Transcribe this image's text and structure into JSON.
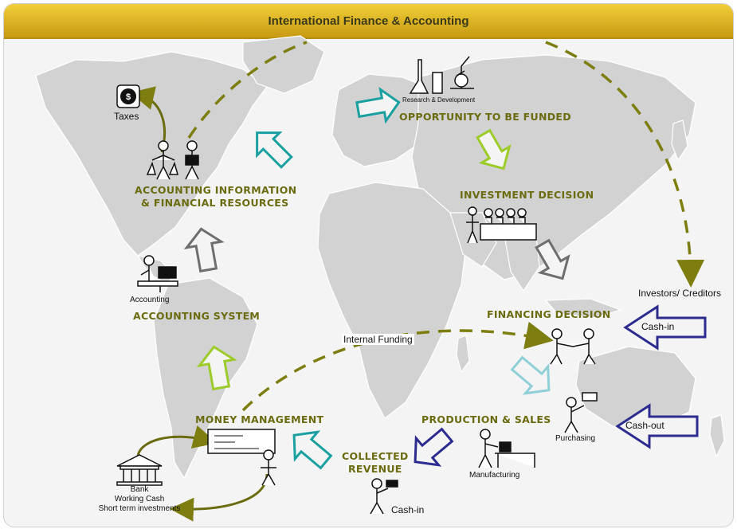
{
  "title": "International Finance & Accounting",
  "stages": {
    "accounting_info_1": "ACCOUNTING INFORMATION",
    "accounting_info_2": "& FINANCIAL RESOURCES",
    "opportunity": "OPPORTUNITY TO BE FUNDED",
    "investment": "INVESTMENT DECISION",
    "accounting_system": "ACCOUNTING SYSTEM",
    "financing": "FINANCING DECISION",
    "money_management": "MONEY MANAGEMENT",
    "production_sales": "PRODUCTION & SALES",
    "collected_revenue_1": "COLLECTED",
    "collected_revenue_2": "REVENUE"
  },
  "captions": {
    "taxes": "Taxes",
    "research": "Research & Development",
    "accounting": "Accounting",
    "internal_funding": "Internal Funding",
    "investors": "Investors/ Creditors",
    "cash_in_investors": "Cash-in",
    "cash_out": "Cash-out",
    "purchasing": "Purchasing",
    "manufacturing": "Manufacturing",
    "cash_in_revenue": "Cash-in",
    "bank_1": "Bank",
    "bank_2": "Working Cash",
    "bank_3": "Short term investments",
    "dollar": "$"
  },
  "colors": {
    "header": "#e0b020",
    "label": "#6b6b10",
    "flow_dashed": "#7d7d10",
    "arrow_teal": "#1aa0a0",
    "arrow_lime": "#9ccc2a",
    "arrow_gray": "#6e6e6e",
    "arrow_lightblue": "#8fd0d8",
    "arrow_navy": "#2c2c90",
    "land": "#cfcfcf"
  }
}
